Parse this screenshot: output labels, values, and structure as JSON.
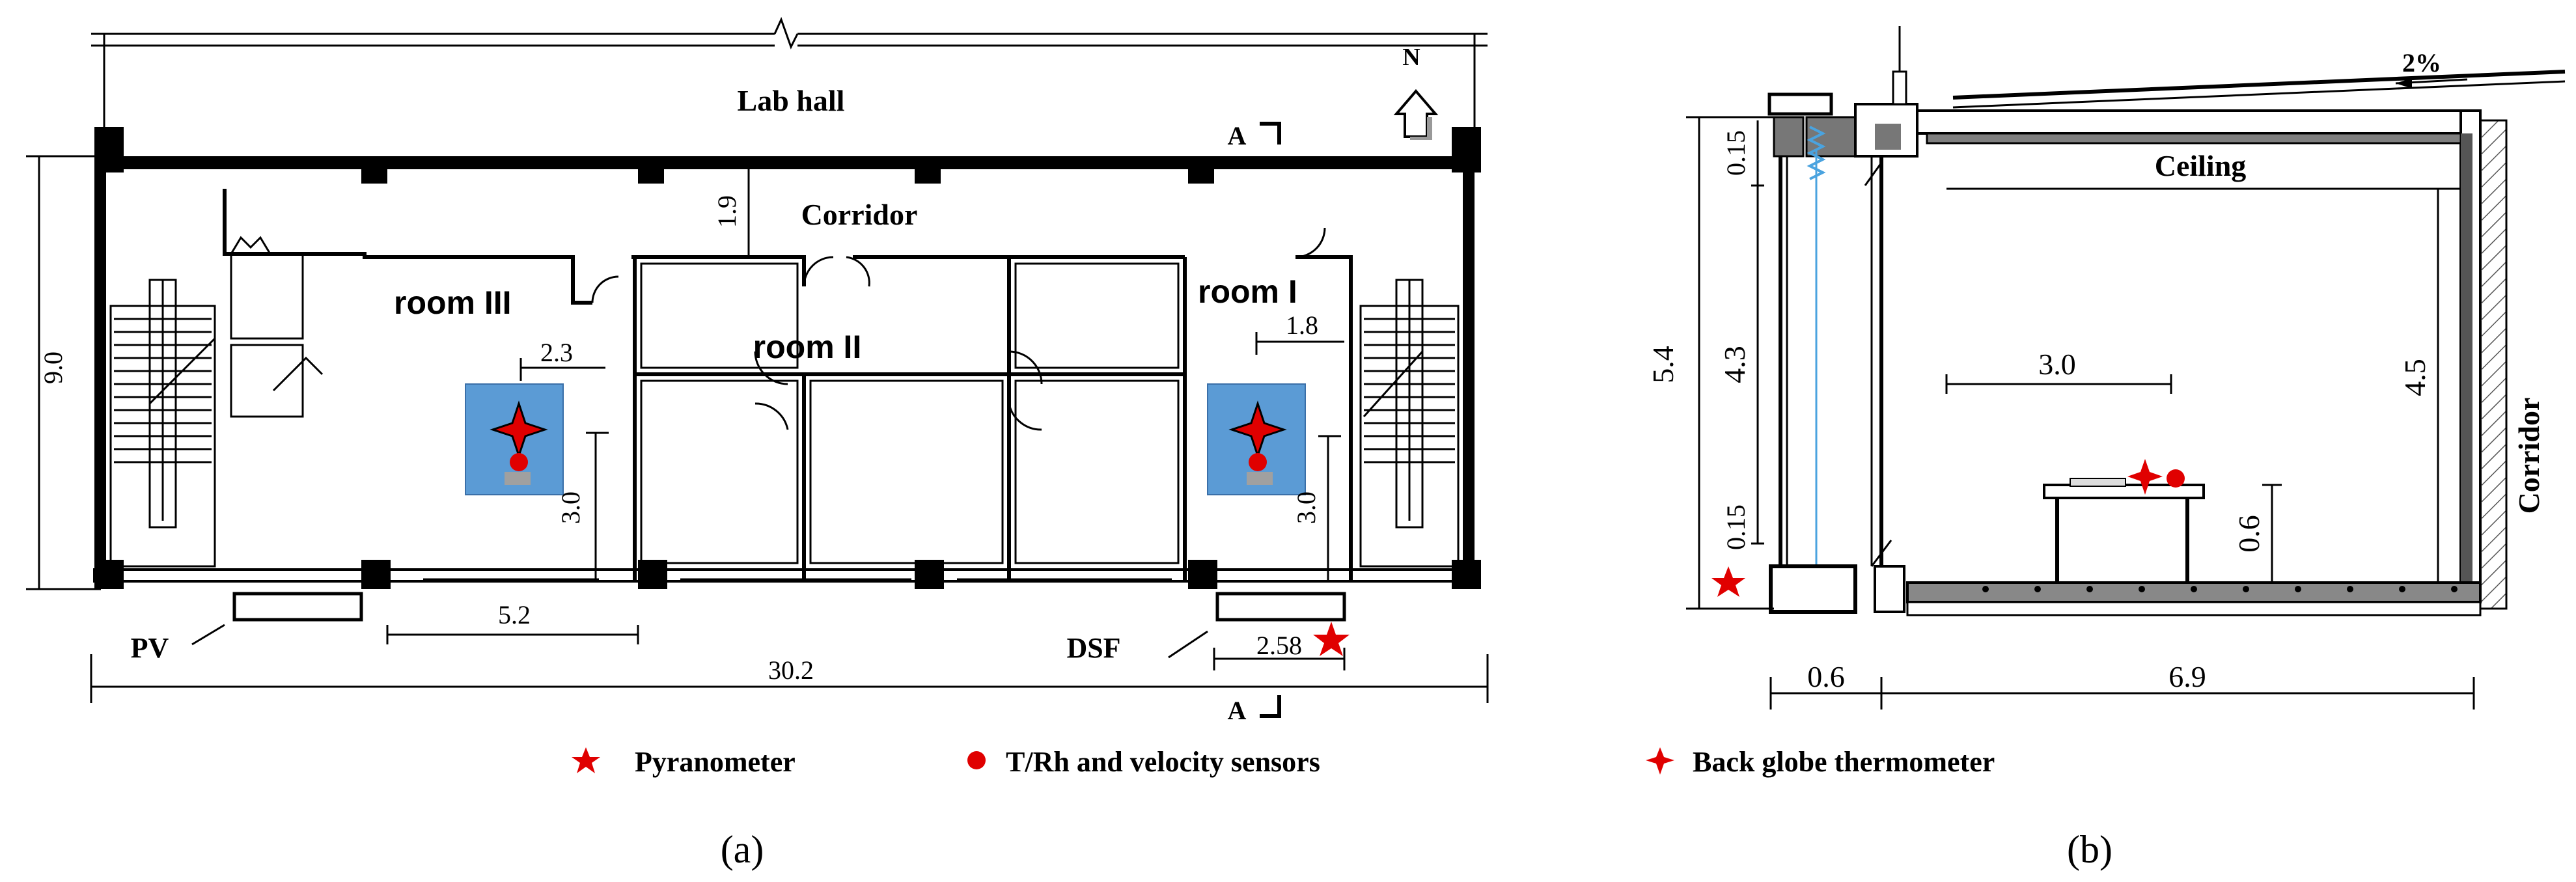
{
  "colors": {
    "line": "#000000",
    "sensor_red": "#e00000",
    "room_box_blue": "#5b9bd5",
    "glass_blue": "#4aa3df",
    "gray_fill": "#7f7f7f",
    "hatch": "#555555"
  },
  "panel_a": {
    "caption": "(a)",
    "north_label": "N",
    "lab_hall": "Lab hall",
    "corridor": "Corridor",
    "section_mark_top": "A",
    "section_mark_bottom": "A",
    "room_1": "room I",
    "room_2": "room II",
    "room_3": "room III",
    "pv_label": "PV",
    "dsf_label": "DSF",
    "dims": {
      "height_total": "9.0",
      "corridor_width": "1.9",
      "room3_offset": "2.3",
      "room3_depth": "3.0",
      "room1_offset": "1.8",
      "room1_depth": "3.0",
      "pv_window_width": "5.2",
      "dsf_width": "2.58",
      "total_length": "30.2"
    }
  },
  "panel_b": {
    "caption": "(b)",
    "slope": "2%",
    "ceiling": "Ceiling",
    "corridor": "Corridor",
    "dims": {
      "total_height": "5.4",
      "top_offset": "0.15",
      "window_height": "4.3",
      "bottom_offset": "0.15",
      "sensor_distance": "3.0",
      "room_height": "4.5",
      "table_height": "0.6",
      "cavity_depth": "0.6",
      "room_depth": "6.9"
    }
  },
  "legend": {
    "pyranometer": "Pyranometer",
    "trh": "T/Rh  and velocity sensors",
    "globe": "Back globe thermometer"
  },
  "icons": {
    "pyranometer": "red-star-icon",
    "trh": "red-dot-icon",
    "globe": "red-four-point-star-icon",
    "north": "north-arrow-icon"
  }
}
